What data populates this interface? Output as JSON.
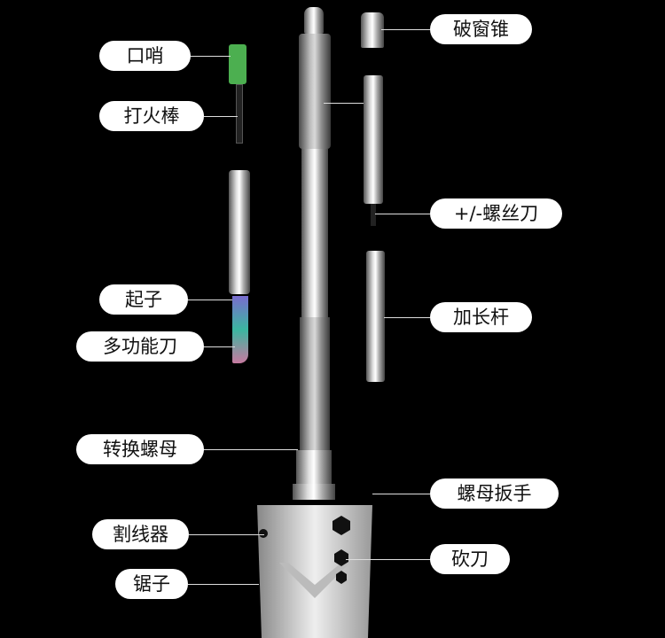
{
  "labels_left": [
    "口哨",
    "打火棒",
    "起子",
    "多功能刀",
    "转换螺母",
    "割线器",
    "锯子"
  ],
  "labels_right": [
    "破窗锥",
    "+/-螺丝刀",
    "加长杆",
    "螺母扳手",
    "砍刀"
  ],
  "colors": {
    "background": "#000000",
    "label_bg": "#ffffff",
    "whistle": "#4caf50"
  }
}
